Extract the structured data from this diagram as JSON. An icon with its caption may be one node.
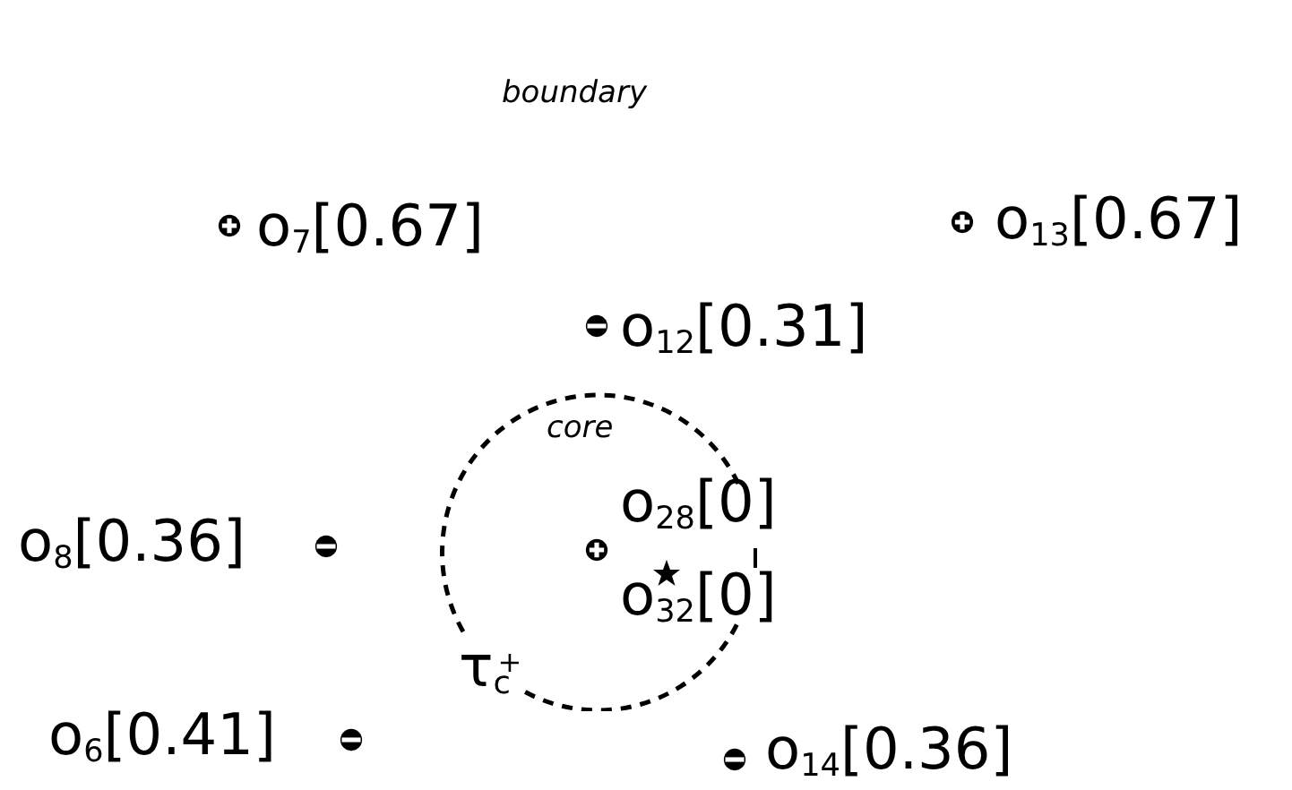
{
  "diagram": {
    "nodes": [
      {
        "text": [
          "core"
        ]
      }
    ],
    "labels": [
      "boundary",
      "o$_{7}$[0.67]",
      "o$_{13}$[0.67]",
      "o$_{12}$[0.31]",
      "o$_{8}$[0.36]",
      "o$_{28}$[0]",
      "o$_{32}$[0]",
      "τ$_{c}$$^{+}$",
      "o$_{6}$[0.41]",
      "o$_{14}$[0.36]"
    ]
  }
}
